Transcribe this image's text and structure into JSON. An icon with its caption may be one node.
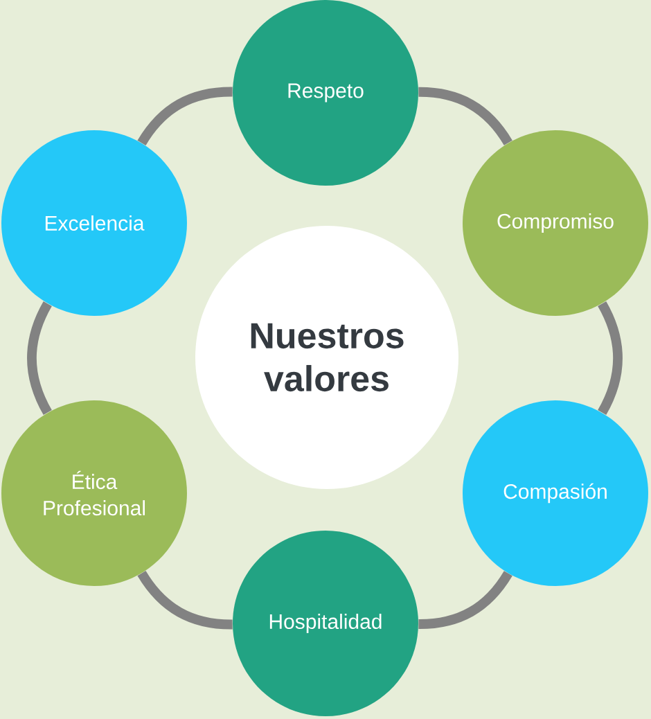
{
  "diagram": {
    "nodes": [
      {
        "text": [
          "Respeto"
        ]
      },
      {
        "text": [
          "Compromiso"
        ]
      },
      {
        "text": [
          "Compasión"
        ]
      },
      {
        "text": [
          "Hospitalidad"
        ]
      },
      {
        "text": [
          "Ética Profesional"
        ]
      },
      {
        "text": [
          "Excelencia"
        ]
      },
      {
        "text": [
          "Nuestros valores"
        ]
      }
    ],
    "edges": [
      {
        "from": 0,
        "to": 1,
        "arrow": "none"
      },
      {
        "from": 1,
        "to": 2,
        "arrow": "none"
      },
      {
        "from": 2,
        "to": 3,
        "arrow": "none"
      },
      {
        "from": 3,
        "to": 4,
        "arrow": "none"
      },
      {
        "from": 4,
        "to": 5,
        "arrow": "none"
      },
      {
        "from": 5,
        "to": 0,
        "arrow": "none"
      }
    ]
  }
}
